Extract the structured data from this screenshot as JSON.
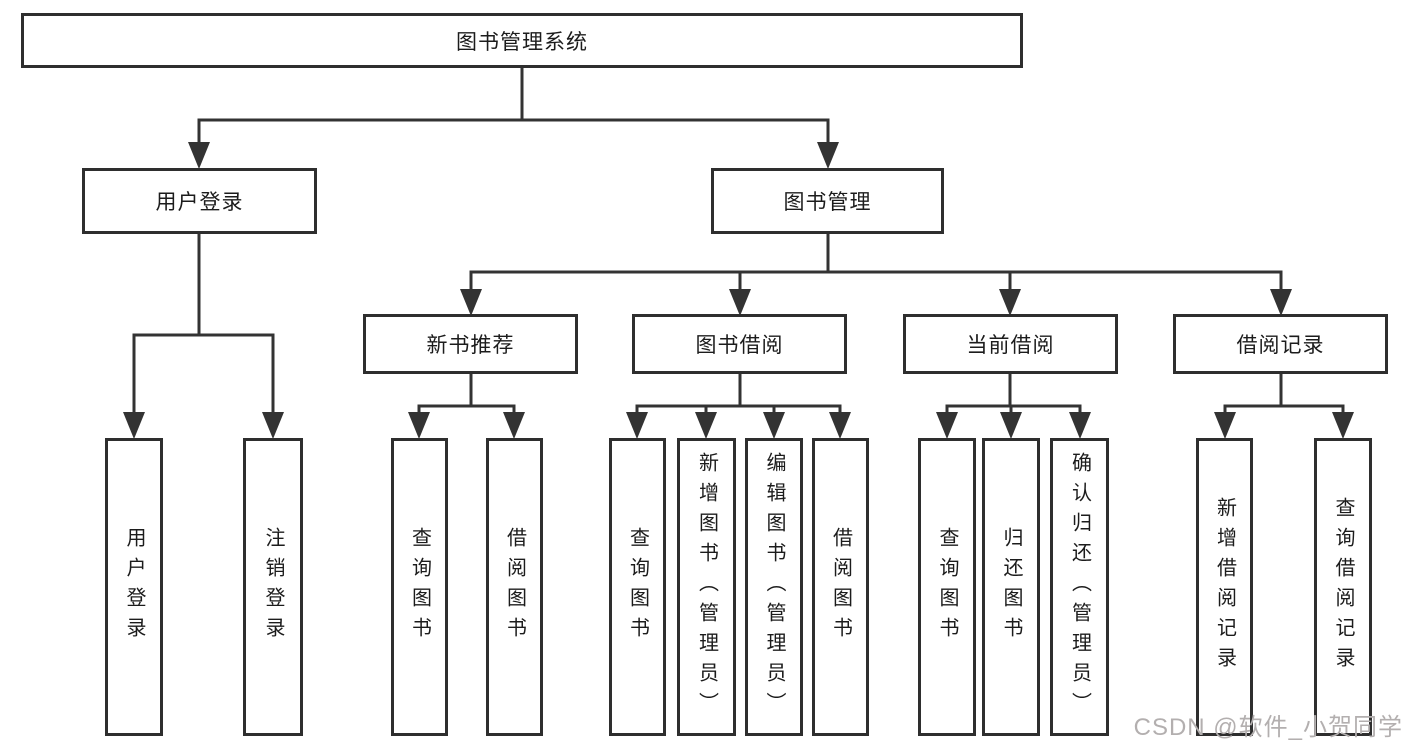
{
  "diagram": {
    "type": "hierarchy-tree",
    "tree": {
      "label": "图书管理系统",
      "children": [
        {
          "label": "用户登录",
          "children": [
            {
              "label": "用户登录"
            },
            {
              "label": "注销登录"
            }
          ]
        },
        {
          "label": "图书管理",
          "children": [
            {
              "label": "新书推荐",
              "children": [
                {
                  "label": "查询图书"
                },
                {
                  "label": "借阅图书"
                }
              ]
            },
            {
              "label": "图书借阅",
              "children": [
                {
                  "label": "查询图书"
                },
                {
                  "label": "新增图书（管理员）"
                },
                {
                  "label": "编辑图书（管理员）"
                },
                {
                  "label": "借阅图书"
                }
              ]
            },
            {
              "label": "当前借阅",
              "children": [
                {
                  "label": "查询图书"
                },
                {
                  "label": "归还图书"
                },
                {
                  "label": "确认归还（管理员）"
                }
              ]
            },
            {
              "label": "借阅记录",
              "children": [
                {
                  "label": "新增借阅记录"
                },
                {
                  "label": "查询借阅记录"
                }
              ]
            }
          ]
        }
      ]
    },
    "colors": {
      "line": "#333333",
      "box_border": "#2e2e2e",
      "text": "#1c1c1c",
      "background": "#ffffff",
      "watermark": "#b3afaf"
    }
  },
  "watermark": {
    "text": "CSDN @软件_小贺同学"
  }
}
